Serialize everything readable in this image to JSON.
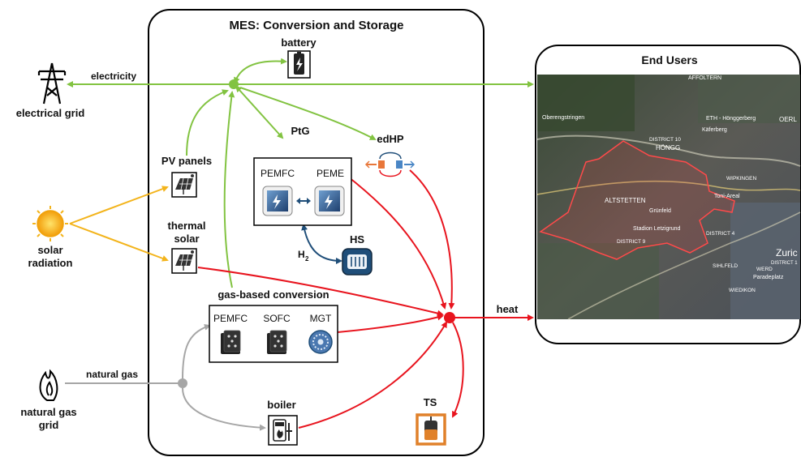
{
  "mes": {
    "title": "MES: Conversion and Storage"
  },
  "end_users": {
    "title": "End Users"
  },
  "grid": {
    "label": "electrical grid",
    "flow": "electricity"
  },
  "solar": {
    "label_line1": "solar",
    "label_line2": "radiation"
  },
  "gas_grid": {
    "label_line1": "natural gas",
    "label_line2": "grid",
    "flow": "natural gas"
  },
  "battery": {
    "label": "battery"
  },
  "pv": {
    "label": "PV panels"
  },
  "thermal_solar": {
    "label_line1": "thermal",
    "label_line2": "solar"
  },
  "ptg": {
    "label": "PtG",
    "unit1": "PEMFC",
    "unit2": "PEME"
  },
  "edhp": {
    "label": "edHP"
  },
  "hs": {
    "label": "HS",
    "gas": "H",
    "gas_sub": "2"
  },
  "gas_conversion": {
    "label": "gas-based conversion",
    "unit1": "PEMFC",
    "unit2": "SOFC",
    "unit3": "MGT"
  },
  "boiler": {
    "label": "boiler"
  },
  "ts": {
    "label": "TS"
  },
  "heat": {
    "flow": "heat"
  },
  "map": {
    "labels": [
      "AFFOLTERN",
      "ETH - Hönggerberg",
      "Käferberg",
      "Oberengstringen",
      "DISTRICT 10",
      "HÖNGG",
      "WIPKINGEN",
      "ALTSTETTEN",
      "Grünfeld",
      "Stadion Letzigrund",
      "Toni-Areal",
      "DISTRICT 9",
      "DISTRICT 4",
      "Zuric",
      "OERL",
      "SIHLFELD",
      "WERD",
      "Paradeplatz",
      "WIEDIKON",
      "DISTRICT 1"
    ]
  },
  "colors": {
    "electric": "#82c341",
    "solar": "#f3b41c",
    "gas": "#a6a6a6",
    "heat": "#e8141e",
    "hydrogen": "#1f4e79",
    "ts_border": "#e0812a"
  }
}
